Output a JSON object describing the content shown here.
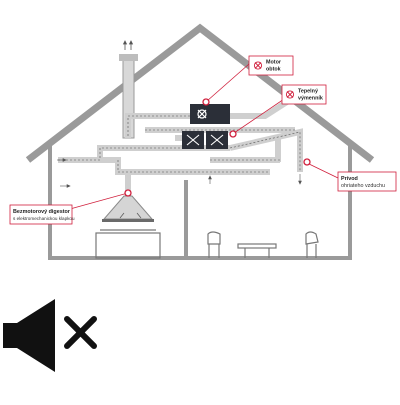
{
  "callouts": {
    "bypass_motor": {
      "title_line1": "Motor",
      "title_line2": "obtok"
    },
    "heat_exchanger": {
      "title_line1": "Tepelný",
      "title_line2": "výmenník"
    },
    "supply": {
      "title": "Prívod",
      "subtitle": "ohriateho vzduchu"
    },
    "hood": {
      "title": "Bezmotorový digestor",
      "subtitle": "s elektromechanickou klapkou"
    }
  },
  "colors": {
    "outline": "#9a9a9a",
    "duct": "#cfcfcf",
    "unit": "#2b2f38",
    "accent": "#d01f3c",
    "furniture": "#777777"
  },
  "icons": {
    "mute": "speaker-muted-icon"
  }
}
